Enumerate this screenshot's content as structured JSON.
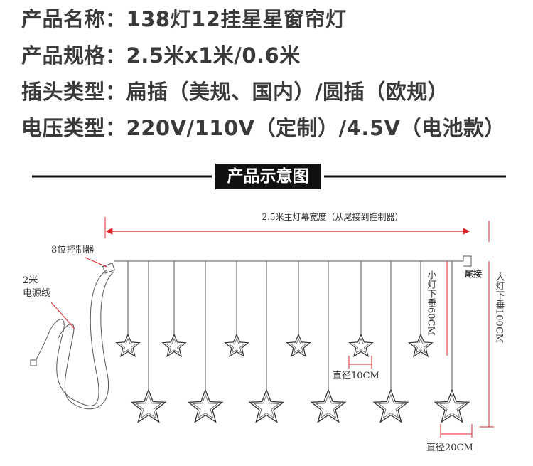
{
  "specs": [
    {
      "key": "产品名称：",
      "value": "138灯12挂星星窗帘灯"
    },
    {
      "key": "产品规格：",
      "value": "2.5米x1米/0.6米"
    },
    {
      "key": "插头类型：",
      "value": "扁插（美规、国内）/圆插（欧规）"
    },
    {
      "key": "电压类型：",
      "value": "220V/110V（定制）/4.5V（电池款）"
    }
  ],
  "banner": "产品示意图",
  "diagram": {
    "width_label": "2.5米主灯幕宽度（从尾接到控制器）",
    "controller_label": "8位控制器",
    "power_cord_label_1": "2米",
    "power_cord_label_2": "电源线",
    "tail_label": "尾接",
    "small_drop_label": "小灯下垂60CM",
    "large_drop_label": "大灯下垂100CM",
    "small_diameter_label": "直径10CM",
    "large_diameter_label": "直径20CM",
    "line_color": "#555555",
    "dim_color": "#e0252a"
  }
}
